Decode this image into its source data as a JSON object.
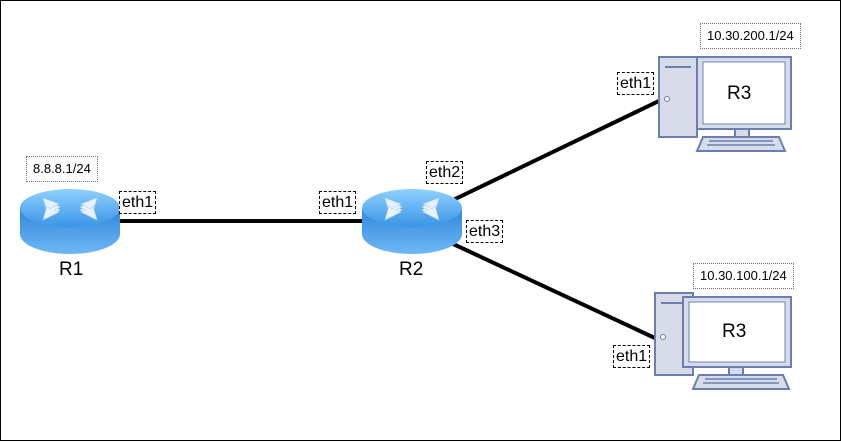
{
  "nodes": {
    "r1": {
      "name": "R1",
      "ip": "8.8.8.1/24",
      "iface": "eth1"
    },
    "r2": {
      "name": "R2",
      "iface_left": "eth1",
      "iface_top": "eth2",
      "iface_bottom": "eth3"
    },
    "pc_top": {
      "name": "R3",
      "ip": "10.30.200.1/24",
      "iface": "eth1"
    },
    "pc_bottom": {
      "name": "R3",
      "ip": "10.30.100.1/24",
      "iface": "eth1"
    }
  },
  "colors": {
    "router": "#3d9ae8",
    "pc_frame": "#6b7fae",
    "pc_fill": "#d8dcea",
    "link": "#000000"
  }
}
